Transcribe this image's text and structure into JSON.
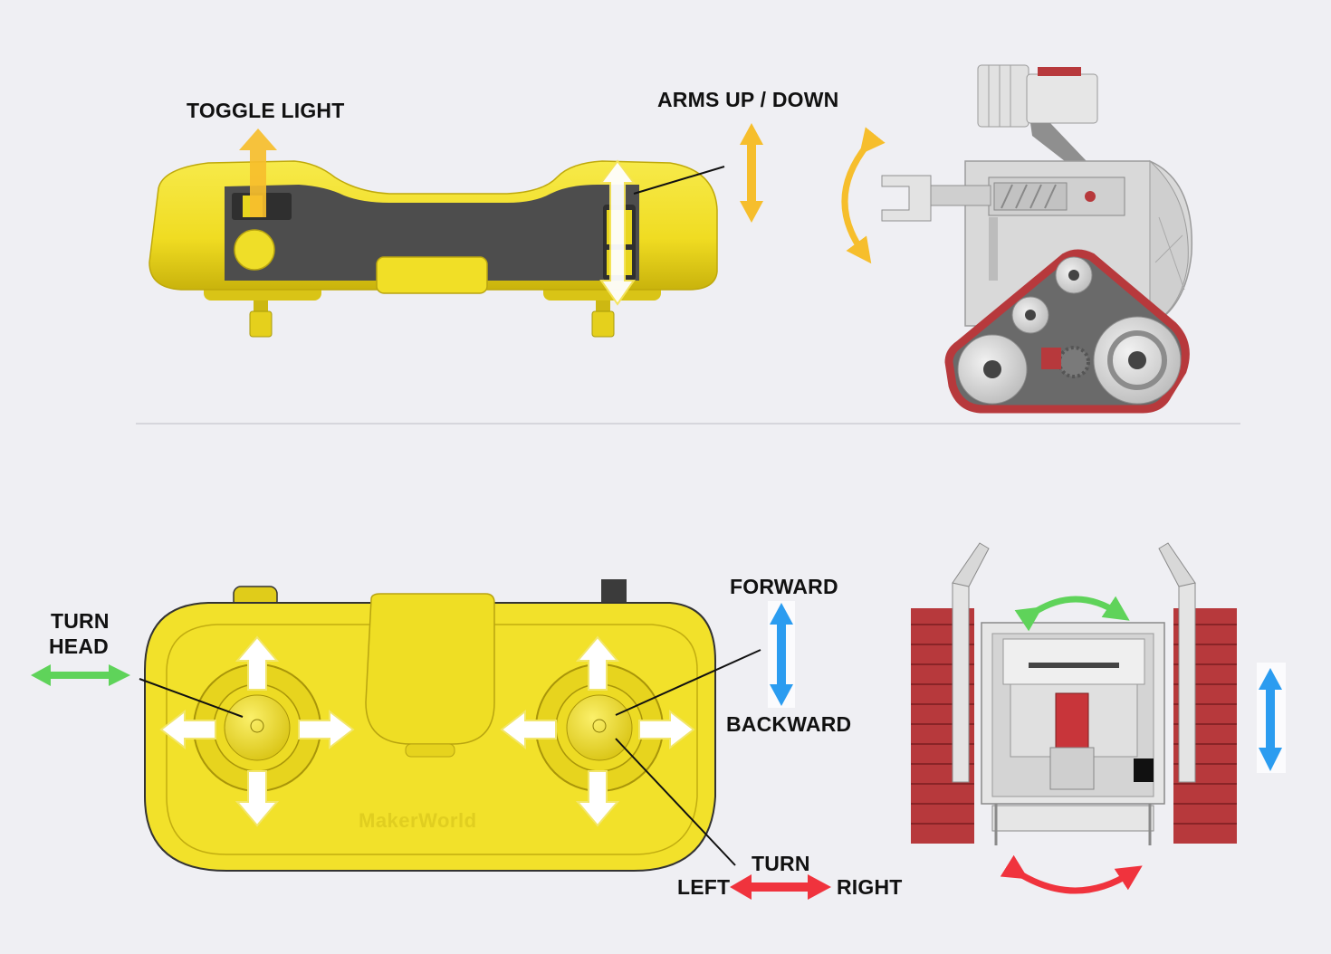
{
  "labels": {
    "toggle_light": "TOGGLE LIGHT",
    "arms_up_down": "ARMS UP / DOWN",
    "turn_head_line1": "TURN",
    "turn_head_line2": "HEAD",
    "forward": "FORWARD",
    "backward": "BACKWARD",
    "turn": "TURN",
    "left": "LEFT",
    "right": "RIGHT"
  },
  "watermark": "MakerWorld",
  "colors": {
    "background": "#efeff3",
    "controller_yellow": "#f2e12a",
    "controller_dark": "#4a4a4a",
    "arrow_orange": "#f6be2c",
    "arrow_green": "#5fd35a",
    "arrow_blue": "#2b9cf0",
    "arrow_red": "#f0333d",
    "track_red": "#b7393c",
    "robot_grey": "#dcdcdc"
  },
  "icons": [
    "up-arrow-icon",
    "double-vertical-arrow-icon",
    "double-horizontal-arrow-icon",
    "curved-double-arrow-icon",
    "joystick-direction-arrows-icon"
  ]
}
